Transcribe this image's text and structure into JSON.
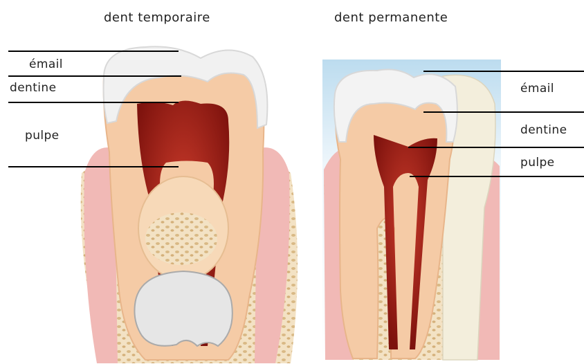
{
  "titles": {
    "primary": "dent temporaire",
    "permanent": "dent permanente"
  },
  "labels": {
    "primary": {
      "enamel": "émail",
      "dentin": "dentine",
      "pulp": "pulpe"
    },
    "permanent": {
      "enamel": "émail",
      "dentin": "dentine",
      "pulp": "pulpe"
    }
  },
  "colors": {
    "enamel": "#f2f2f2",
    "dentin": "#f4c9a4",
    "pulp": "#9e1b14",
    "gum": "#f0b5b5",
    "bone": "#eedbb8",
    "sky": "#cbe3f1",
    "leader_line": "#000000"
  }
}
